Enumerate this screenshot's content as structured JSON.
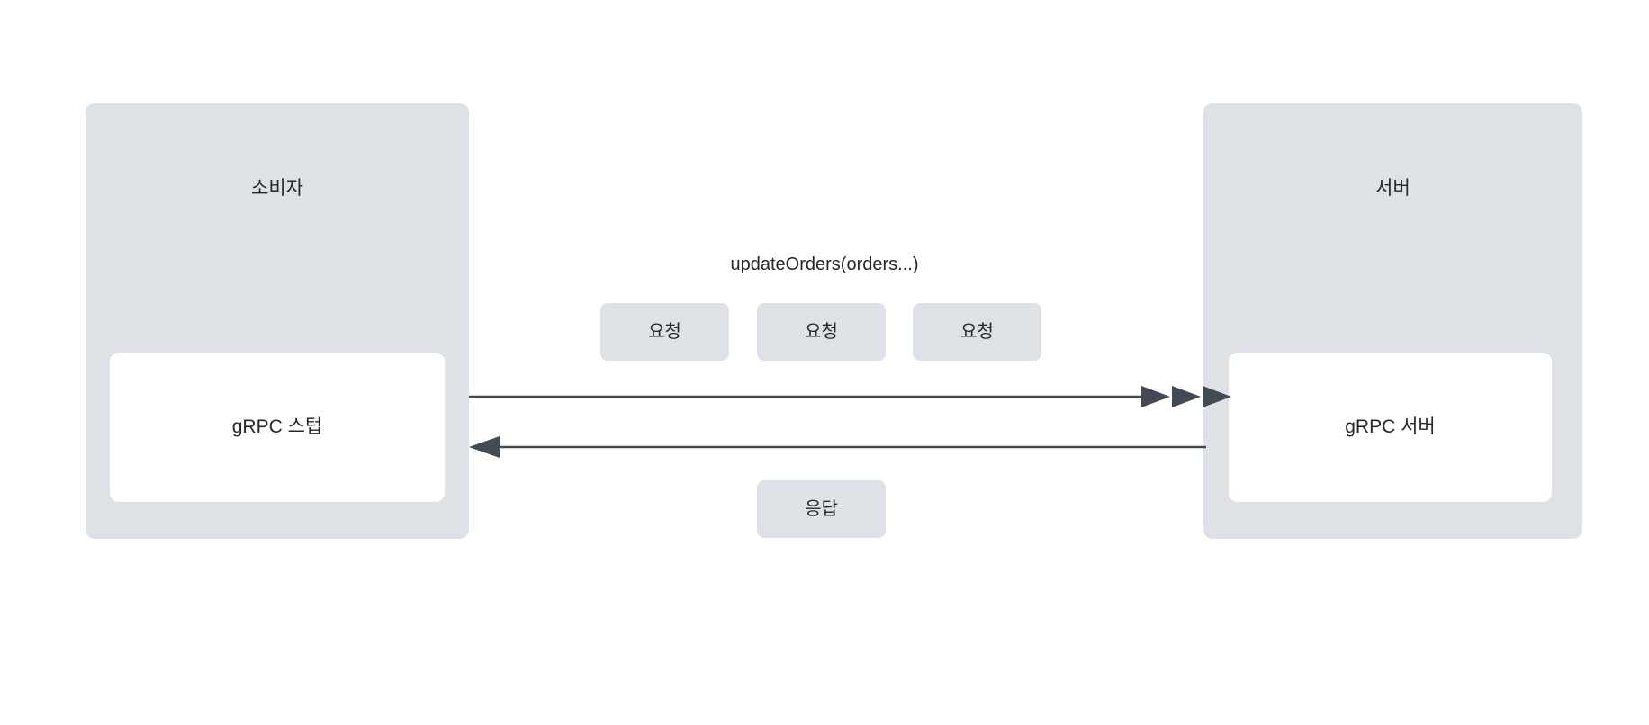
{
  "diagram": {
    "title_text": "updateOrders(orders...)",
    "background_color": "#ffffff",
    "panel_color": "#dee1e6",
    "inner_box_color": "#ffffff",
    "arrow_color": "#444a54",
    "text_color": "#26282b",
    "participants": [
      {
        "id": "consumer",
        "title": "소비자",
        "component_label": "gRPC 스텁"
      },
      {
        "id": "server",
        "title": "서버",
        "component_label": "gRPC 서버"
      }
    ],
    "messages": [
      {
        "id": "request-stream",
        "label": "updateOrders(orders...)",
        "direction": "right",
        "arrowhead_count": 3,
        "chips": [
          {
            "id": "request-1",
            "label": "요청"
          },
          {
            "id": "request-2",
            "label": "요청"
          },
          {
            "id": "request-3",
            "label": "요청"
          }
        ]
      },
      {
        "id": "response",
        "label": "",
        "direction": "left",
        "arrowhead_count": 1,
        "chips": [
          {
            "id": "response-1",
            "label": "응답"
          }
        ]
      }
    ]
  }
}
